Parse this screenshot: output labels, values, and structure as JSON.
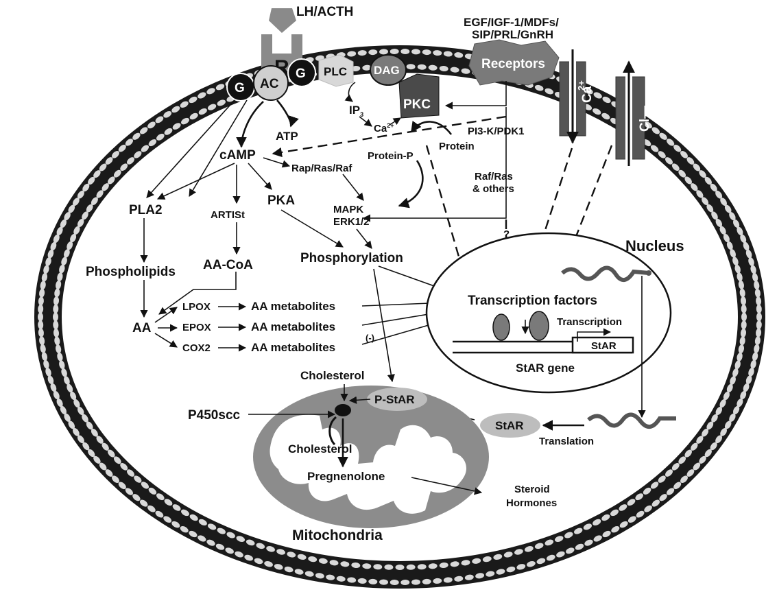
{
  "ligands": {
    "lh_acth": "LH/ACTH",
    "growth_factors_line1": "EGF/IGF-1/MDFs/",
    "growth_factors_line2": "SIP/PRL/GnRH"
  },
  "membrane": {
    "receptor": "R",
    "g_protein": "G",
    "adenylyl_cyclase": "AC",
    "plc": "PLC",
    "dag": "DAG",
    "pkc": "PKC",
    "receptors": "Receptors",
    "calcium_channel": "Ca",
    "calcium_charge": "2+",
    "chloride_channel": "Cl—"
  },
  "signals": {
    "atp": "ATP",
    "camp": "cAMP",
    "ip3": "IP",
    "ip3_sub": "3",
    "ca2": "Ca",
    "ca2_sup": "2+",
    "protein_p": "Protein-P",
    "protein": "Protein",
    "pi3k": "PI3-K/PDK1",
    "rap_ras_raf": "Rap/Ras/Raf",
    "raf_ras_line1": "Raf/Ras",
    "raf_ras_line2": "& others",
    "pka": "PKA",
    "pla2": "PLA2",
    "artist": "ARTISt",
    "mapk": "MAPK",
    "erk": "ERK1/2",
    "question": "?",
    "phospholipids": "Phospholipids",
    "aa_coa": "AA-CoA",
    "phosphorylation": "Phosphorylation",
    "aa": "AA",
    "lpox": "LPOX",
    "epox": "EPOX",
    "cox2": "COX2",
    "aa_metabolites": "AA metabolites",
    "inhibit": "(-)"
  },
  "nucleus": {
    "title": "Nucleus",
    "transcription_factors": "Transcription factors",
    "transcription": "Transcription",
    "star_box": "StAR",
    "star_gene": "StAR gene"
  },
  "mitochondria": {
    "title": "Mitochondria",
    "cholesterol_top": "Cholesterol",
    "p_star": "P-StAR",
    "p450scc": "P450scc",
    "cholesterol_inner": "Cholesterol",
    "pregnenolone": "Pregnenolone",
    "steroid_line1": "Steroid",
    "steroid_line2": "Hormones",
    "star": "StAR",
    "translation": "Translation"
  },
  "colors": {
    "membrane_dark": "#1a1a1a",
    "bead": "#d9d9d9",
    "protein_grey": "#7a7a7a",
    "mito_grey": "#8c8c8c",
    "light_grey": "#bdbdbd"
  }
}
